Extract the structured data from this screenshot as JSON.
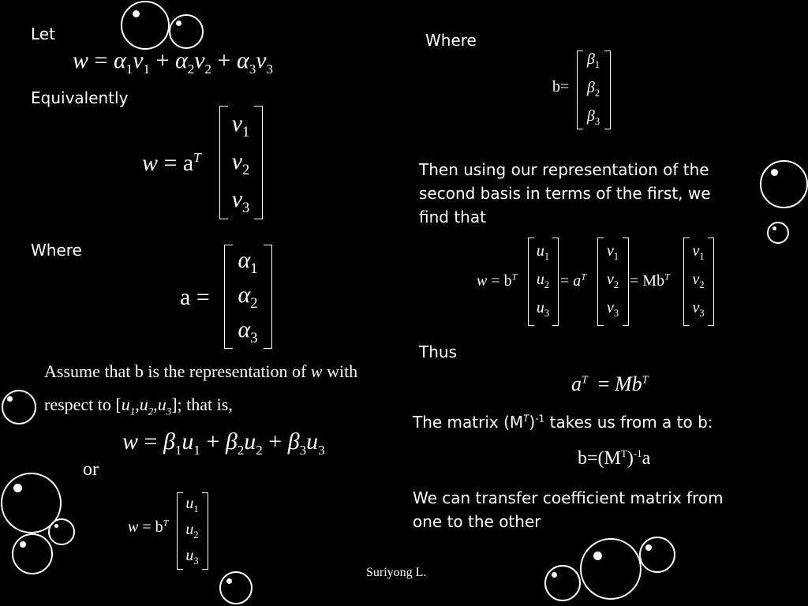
{
  "left": {
    "let": "Let",
    "equivalently": "Equivalently",
    "where": "Where",
    "assume_line1": "Assume that b is the representation of",
    "assume_w": "w",
    "assume_with": "with",
    "respect_to": "respect to [",
    "that_is": "]; that is,",
    "or": "or"
  },
  "right": {
    "where": "Where",
    "then_line1": "Then using our representation of the",
    "then_line2": "second basis in terms of the first, we",
    "then_line3": "find that",
    "thus": "Thus",
    "matrix_a": "The matrix (M",
    "matrix_T": "T",
    "matrix_b": ")",
    "matrix_exp": "-1",
    "matrix_c": " takes us from a to b:",
    "transfer1": "We can transfer coefficient matrix from",
    "transfer2": "one to the other"
  },
  "footer": {
    "author": "Suriyong L."
  }
}
